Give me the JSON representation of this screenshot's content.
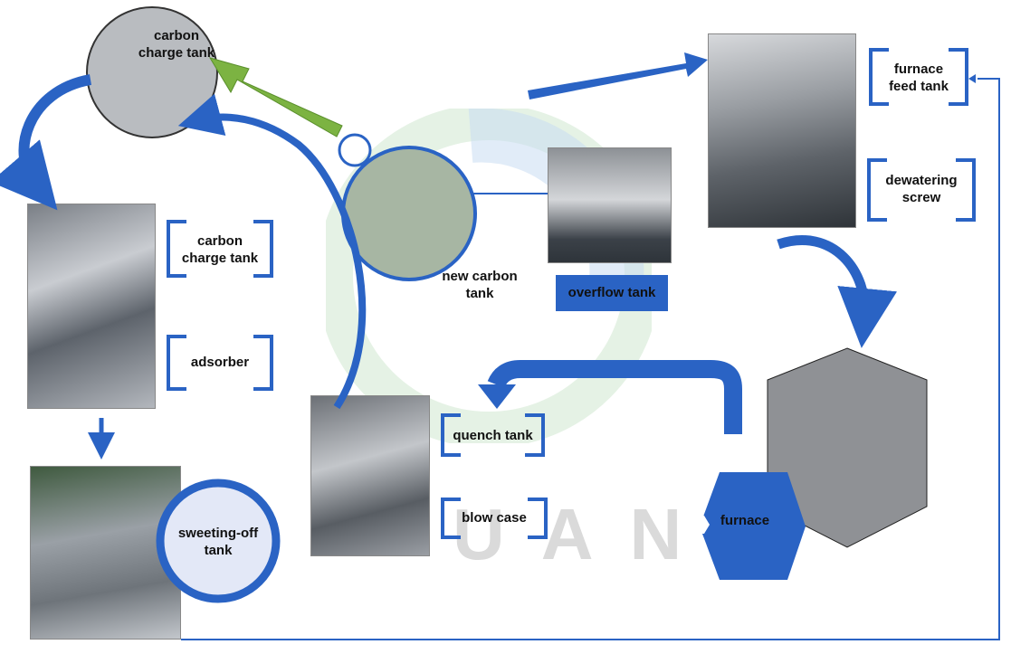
{
  "labels": {
    "carbon_charge_tank_top": "carbon\ncharge tank",
    "carbon_charge_tank_box": "carbon\ncharge tank",
    "adsorber": "adsorber",
    "sweeting_off_tank": "sweeting-off\ntank",
    "new_carbon_tank": "new carbon\ntank",
    "overflow_tank": "overflow tank",
    "furnace_feed_tank": "furnace\nfeed tank",
    "dewatering_screw": "dewatering\nscrew",
    "quench_tank": "quench tank",
    "blow_case": "blow case",
    "furnace": "furnace"
  },
  "watermark": "UAN",
  "colors": {
    "arrow_blue": "#2a63c4",
    "arrow_green": "#7cb342",
    "bracket_blue": "#2a63c4",
    "circle_fill": "#e3e8f7"
  }
}
